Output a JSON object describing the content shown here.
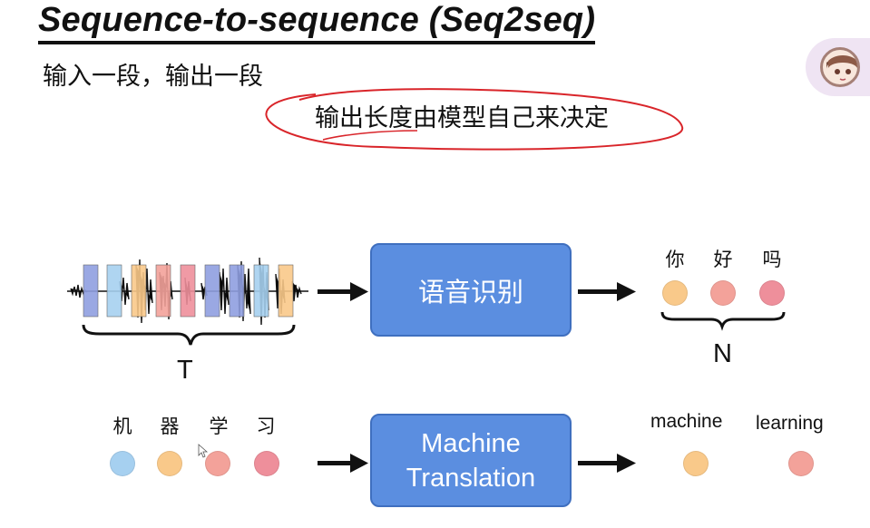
{
  "title": "Sequence-to-sequence (Seq2seq)",
  "subtitle": "输入一段，输出一段",
  "note": "输出长度由模型自己来决定",
  "speech_recognition": {
    "box_label": "语音识别",
    "input_length_label": "T",
    "output_chars": [
      "你",
      "好",
      "吗"
    ],
    "output_length_label": "N"
  },
  "machine_translation": {
    "box_label_line1": "Machine",
    "box_label_line2": "Translation",
    "input_chars": [
      "机",
      "器",
      "学",
      "习"
    ],
    "output_words": [
      "machine",
      "learning"
    ]
  },
  "colors": {
    "box": "#5b8ee0",
    "token_blue": "#a6d0f0",
    "token_orange": "#f9c98a",
    "token_salmon": "#f3a29a",
    "token_pink": "#ee8f9b",
    "annotation_red": "#d9252a"
  }
}
